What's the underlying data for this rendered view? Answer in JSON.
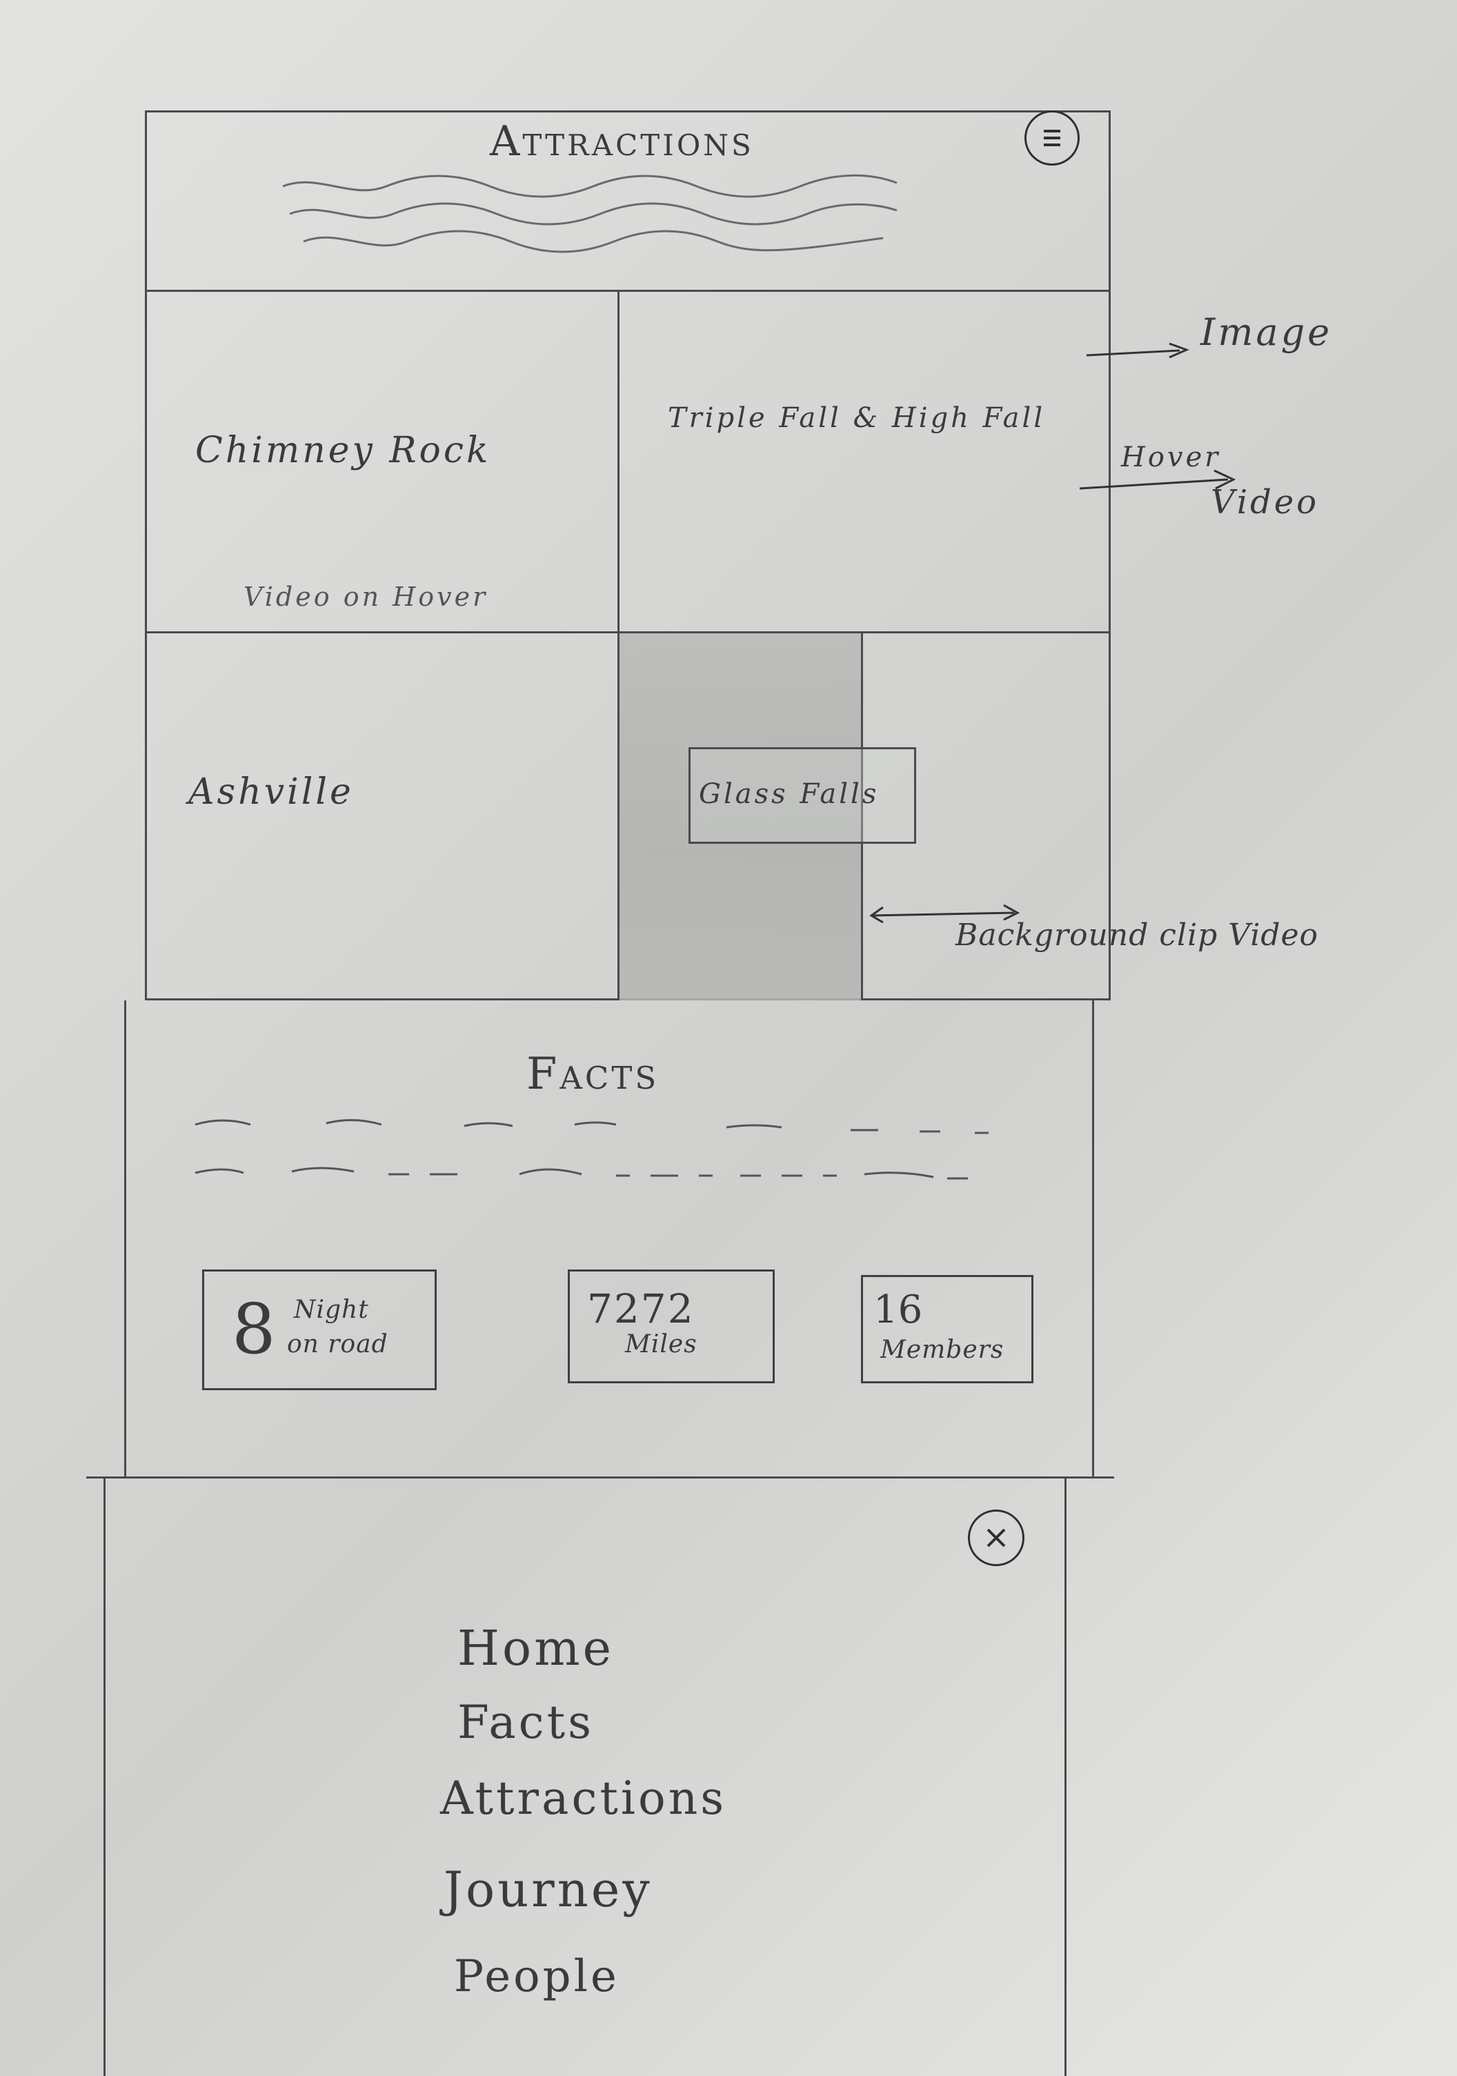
{
  "header": {
    "title": "Attractions",
    "menu_icon": "hamburger-menu-icon"
  },
  "tiles": [
    {
      "label": "Chimney Rock",
      "sub": "Video on Hover"
    },
    {
      "label": "Triple Fall & High Fall"
    },
    {
      "label": "Ashville"
    },
    {
      "label": "Glass Falls"
    }
  ],
  "annotations": {
    "image": "Image",
    "hover": "Hover",
    "video": "Video",
    "bg_clip": "Background clip Video"
  },
  "facts": {
    "title": "Facts",
    "stats": [
      {
        "value": "8",
        "text_line1": "Night",
        "text_line2": "on road"
      },
      {
        "value": "7272",
        "text_line1": "Miles",
        "text_line2": ""
      },
      {
        "value": "16",
        "text_line1": "Members",
        "text_line2": ""
      }
    ]
  },
  "nav": {
    "close_icon": "close-icon",
    "items": [
      "Home",
      "Facts",
      "Attractions",
      "Journey",
      "People"
    ]
  },
  "colors": {
    "pencil": "#3a3a3a",
    "paper": "#d9dad8",
    "shade": "#b4b5b3"
  }
}
